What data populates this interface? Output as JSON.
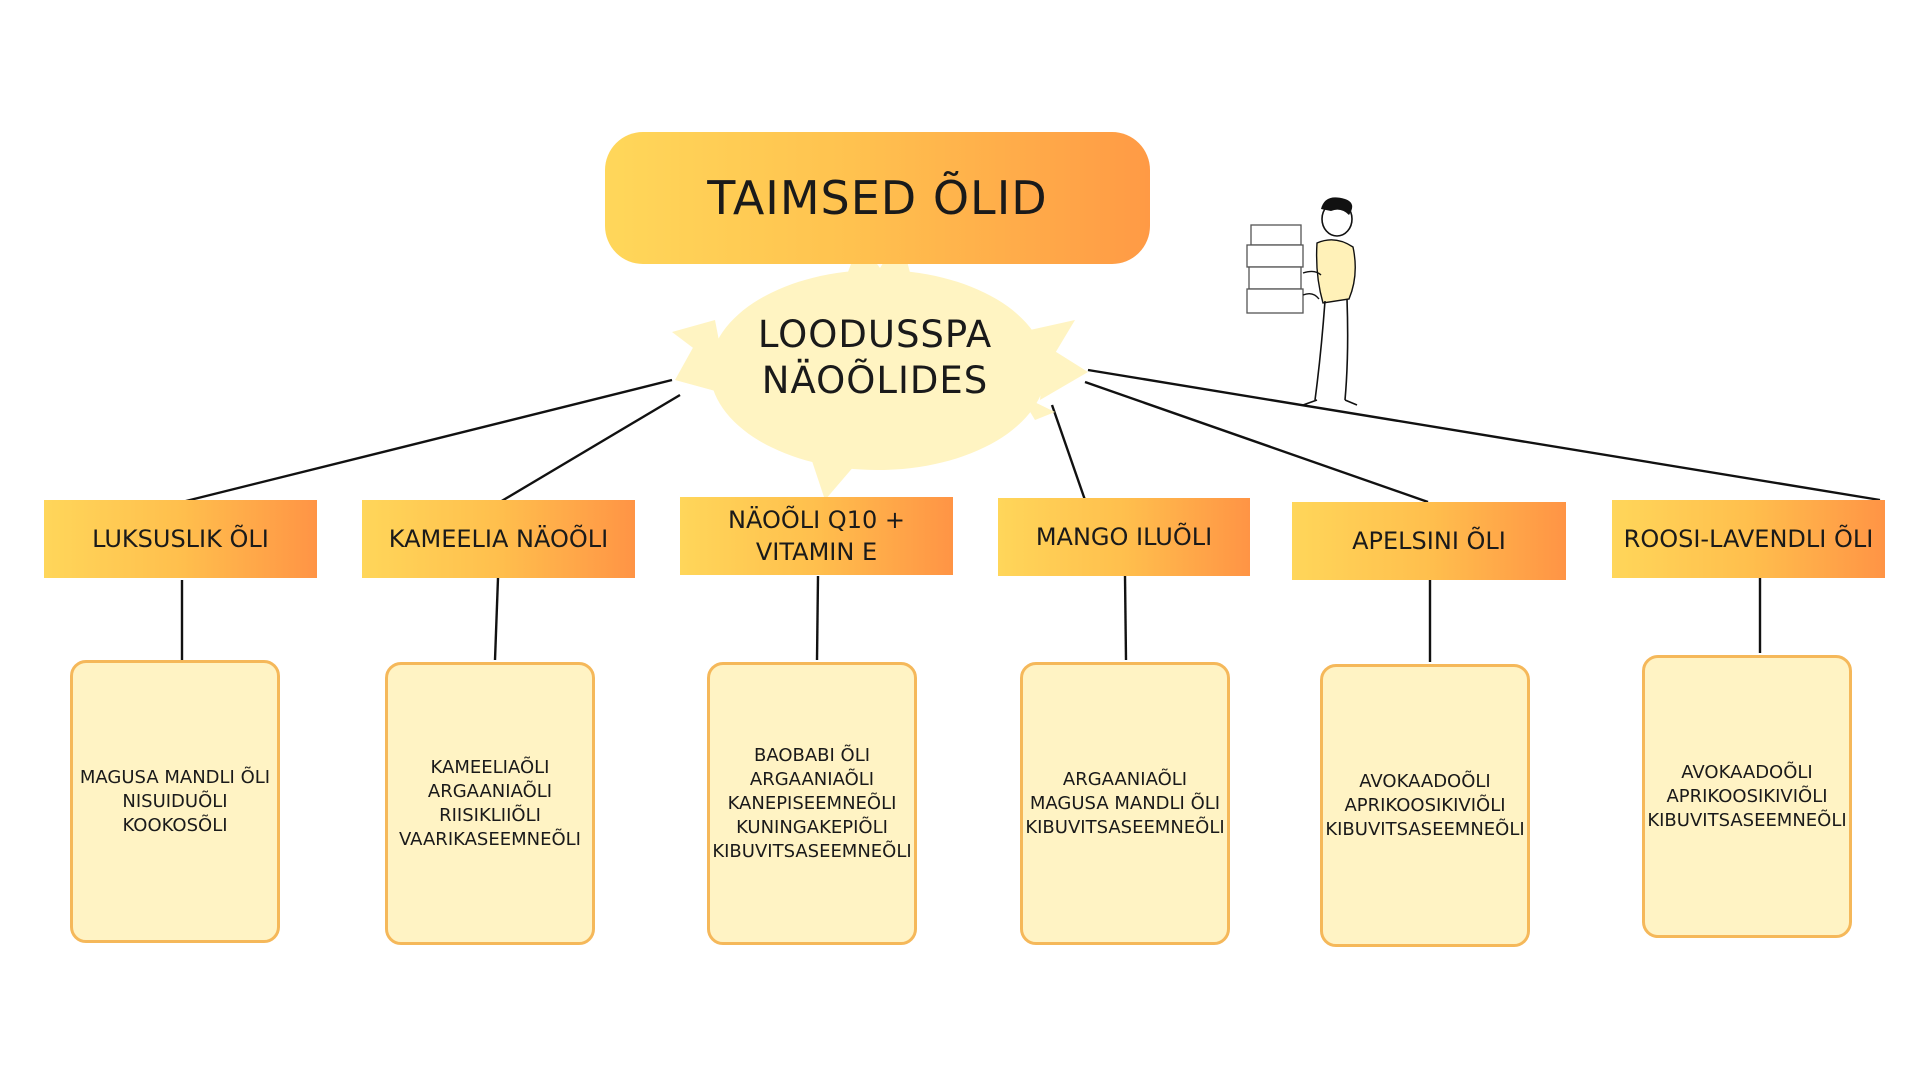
{
  "title": "TAIMSED ÕLID",
  "center": {
    "line1": "LOODUSSPA",
    "line2": "NÄOÕLIDES"
  },
  "categories": [
    {
      "label": "LUKSUSLIK ÕLI",
      "items": [
        "MAGUSA MANDLI ÕLI",
        "NISUIDUÕLI",
        "KOOKOSÕLI"
      ]
    },
    {
      "label": "KAMEELIA NÄOÕLI",
      "items": [
        "KAMEELIAÕLI",
        "ARGAANIAÕLI",
        "RIISIKLIIÕLI",
        "VAARIKASEEMNEÕLI"
      ]
    },
    {
      "label": "NÄOÕLI Q10 + VITAMIN E",
      "label_line1": "NÄOÕLI Q10 +",
      "label_line2": "VITAMIN E",
      "items": [
        "BAOBABI ÕLI",
        "ARGAANIAÕLI",
        "KANEPISEEMNEÕLI",
        "KUNINGAKEPIÕLI",
        "KIBUVITSASEEMNEÕLI"
      ]
    },
    {
      "label": "MANGO ILUÕLI",
      "items": [
        "ARGAANIAÕLI",
        "MAGUSA MANDLI ÕLI",
        "KIBUVITSASEEMNEÕLI"
      ]
    },
    {
      "label": "APELSINI ÕLI",
      "items": [
        "AVOKAADOÕLI",
        "APRIKOOSIKIVIÕLI",
        "KIBUVITSASEEMNEÕLI"
      ]
    },
    {
      "label": "ROOSI-LAVENDLI ÕLI",
      "items": [
        "AVOKAADOÕLI",
        "APRIKOOSIKIVIÕLI",
        "KIBUVITSASEEMNEÕLI"
      ]
    }
  ],
  "colors": {
    "gradient_start": "#ffd65a",
    "gradient_end": "#ff9445",
    "card_fill": "#fff3c4",
    "card_border": "#f5b85a",
    "center_fill": "#fff4c2"
  }
}
